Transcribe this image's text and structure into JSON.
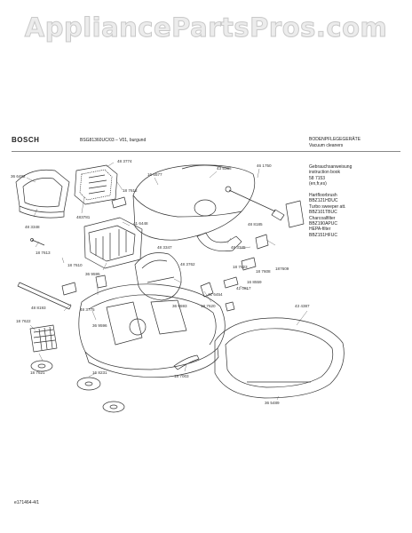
{
  "watermark": "AppliancePartsPros.com",
  "header": {
    "brand": "BOSCH",
    "model": "BSG81360UC/03 – V01, burgund",
    "title_line1": "BODENPFLEGEGERÄTE",
    "title_line2": "Vacuum cleaners"
  },
  "side_notes": [
    "Gebrauchsanweisung",
    "instruction book",
    "58 7153",
    "(en,fr,es)",
    "",
    "Hartfloorbrush",
    "BBZ121HDUC",
    "Turbo sweeper att.",
    "BBZ101TBUC",
    "Charcoalfilter",
    "BBZ190APUC",
    "HEPA-filter",
    "BBZ151HFUC"
  ],
  "footer_ref": "e171464-4/1",
  "part_numbers": {
    "p01": "48 3774",
    "p02": "36 6492",
    "p03": "48 3348",
    "p04": "483781",
    "p05": "18 7612",
    "p06": "41 6448",
    "p07": "16 6577",
    "p08": "43 5396",
    "p09": "46 1750",
    "p10": "48 3347",
    "p11": "48 8185",
    "p12": "48 3762",
    "p13": "48 3345",
    "p14": "18 7623",
    "p15": "187609",
    "p16": "18 7613",
    "p17": "18 7610",
    "p18": "36 9595",
    "p19": "16 8559",
    "p20": "18 7608",
    "p21": "48 8193",
    "p22": "48 3775",
    "p23": "36 9593",
    "p24": "41 6454",
    "p25": "42 0817",
    "p26": "36 9596",
    "p27": "18 7622",
    "p28": "18 7620",
    "p29": "43 4387",
    "p30": "18 7621",
    "p31": "16 8231",
    "p32": "18 7003",
    "p33": "36 5489"
  }
}
